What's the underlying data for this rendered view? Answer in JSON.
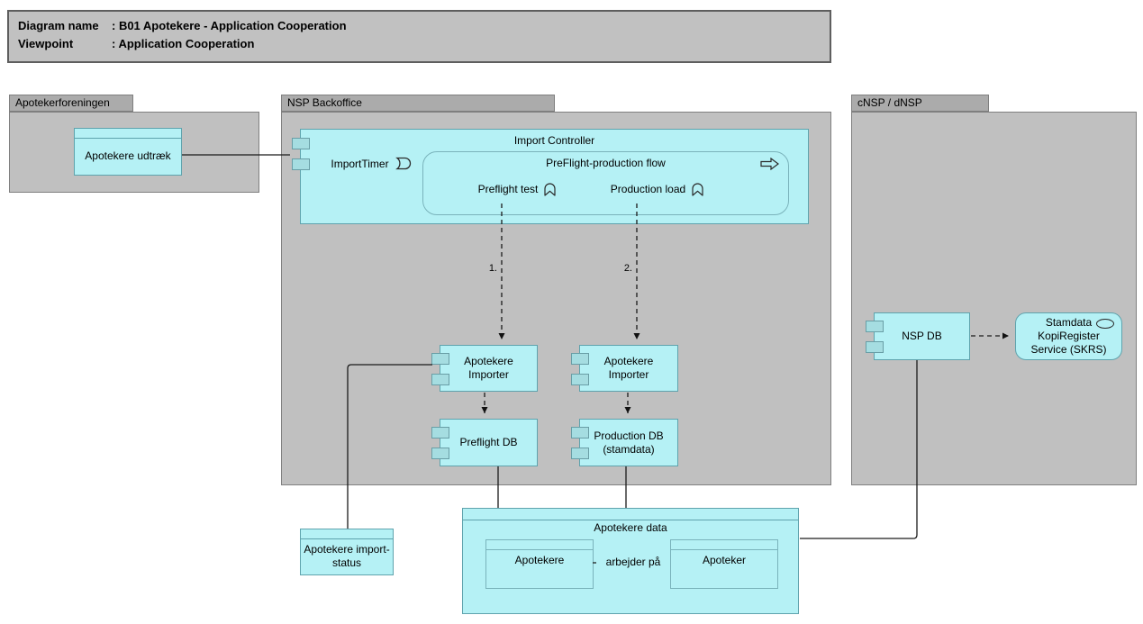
{
  "colors": {
    "node_fill": "#b5f1f5",
    "node_border": "#5fa3ad",
    "inner_border": "#7ab3bb",
    "port_fill": "#a5dde1",
    "port_border": "#699ea6",
    "group_tab_fill": "#ababab",
    "group_body_fill": "#c0c0c0",
    "group_border": "#7f7f7f",
    "title_fill": "#c1c1c1",
    "title_border": "#5e5e5e",
    "connector": "#1a1a1a"
  },
  "title_box": {
    "rows": [
      {
        "label": "Diagram name",
        "value": ": B01 Apotekere - Application Cooperation"
      },
      {
        "label": "Viewpoint",
        "value": ": Application Cooperation"
      }
    ]
  },
  "groups": {
    "apotekerforeningen": {
      "label": "Apotekerforeningen"
    },
    "nsp_backoffice": {
      "label": "NSP Backoffice"
    },
    "cnsp": {
      "label": "cNSP / dNSP"
    }
  },
  "nodes": {
    "apotekere_udtraek": {
      "label": "Apotekere udtræk"
    },
    "import_controller": {
      "label": "Import Controller"
    },
    "import_timer": {
      "label": "ImportTimer"
    },
    "preflight_flow": {
      "label": "PreFlight-production flow"
    },
    "preflight_test": {
      "label": "Preflight test"
    },
    "production_load": {
      "label": "Production load"
    },
    "apotekere_importer_1": {
      "label": "Apotekere\nImporter"
    },
    "apotekere_importer_2": {
      "label": "Apotekere\nImporter"
    },
    "preflight_db": {
      "label": "Preflight DB"
    },
    "production_db": {
      "label": "Production DB\n(stamdata)"
    },
    "nsp_db": {
      "label": "NSP DB"
    },
    "stamdata_service": {
      "label": "Stamdata\nKopiRegister\nService (SKRS)"
    },
    "apotekere_data": {
      "label": "Apotekere data"
    },
    "apotekere_obj": {
      "label": "Apotekere"
    },
    "apoteker_obj": {
      "label": "Apoteker"
    },
    "apotekere_import_status": {
      "label": "Apotekere import-\nstatus"
    }
  },
  "connector_labels": {
    "step1": "1.",
    "step2": "2.",
    "association": "arbejder på"
  }
}
